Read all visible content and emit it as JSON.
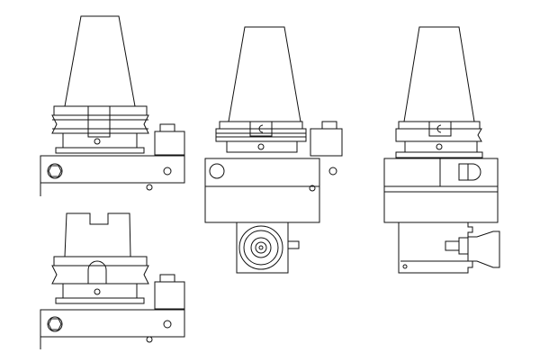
{
  "drawing": {
    "views": [
      "front-view",
      "front-view-short-shank",
      "side-view-axial-spindle",
      "side-view-radial-tool"
    ],
    "line_color": "#111111",
    "background": "#ffffff"
  }
}
